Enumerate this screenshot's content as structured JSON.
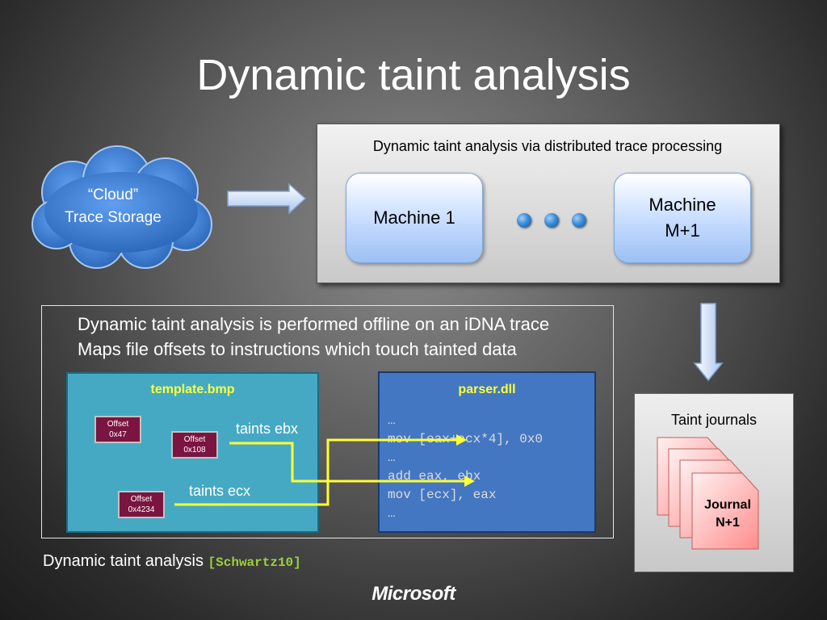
{
  "title": "Dynamic taint analysis",
  "cloud": {
    "line1": "“Cloud”",
    "line2": "Trace Storage"
  },
  "processing": {
    "title": "Dynamic taint analysis via distributed trace processing",
    "machine1": "Machine 1",
    "machine_last_line1": "Machine",
    "machine_last_line2": "M+1"
  },
  "description": {
    "line1": "Dynamic taint analysis is performed offline on an iDNA trace",
    "line2": "Maps file offsets to instructions which touch tainted data"
  },
  "template_file": {
    "title": "template.bmp",
    "offsets": [
      {
        "label": "Offset",
        "value": "0x47"
      },
      {
        "label": "Offset",
        "value": "0x108"
      },
      {
        "label": "Offset",
        "value": "0x4234"
      }
    ],
    "taints": [
      "taints ebx",
      "taints ecx"
    ]
  },
  "parser": {
    "title": "parser.dll",
    "code": [
      "…",
      "mov [eax+ecx*4], 0x0",
      "…",
      "add eax, ebx",
      "mov [ecx], eax",
      "…"
    ]
  },
  "journals": {
    "title": "Taint journals",
    "last_line1": "Journal",
    "last_line2": "N+1"
  },
  "citation": {
    "text": "Dynamic taint analysis",
    "ref": "[Schwartz10]"
  },
  "logo": "Microsoft",
  "colors": {
    "highlight_yellow": "#ffff33",
    "offset_box": "#7a1440",
    "template_panel": "#45a9c4",
    "parser_panel": "#4477c2",
    "journal_pink": "#ff9a9a",
    "citation_green": "#9bd13c",
    "cloud_blue": "#3b7fd1"
  }
}
